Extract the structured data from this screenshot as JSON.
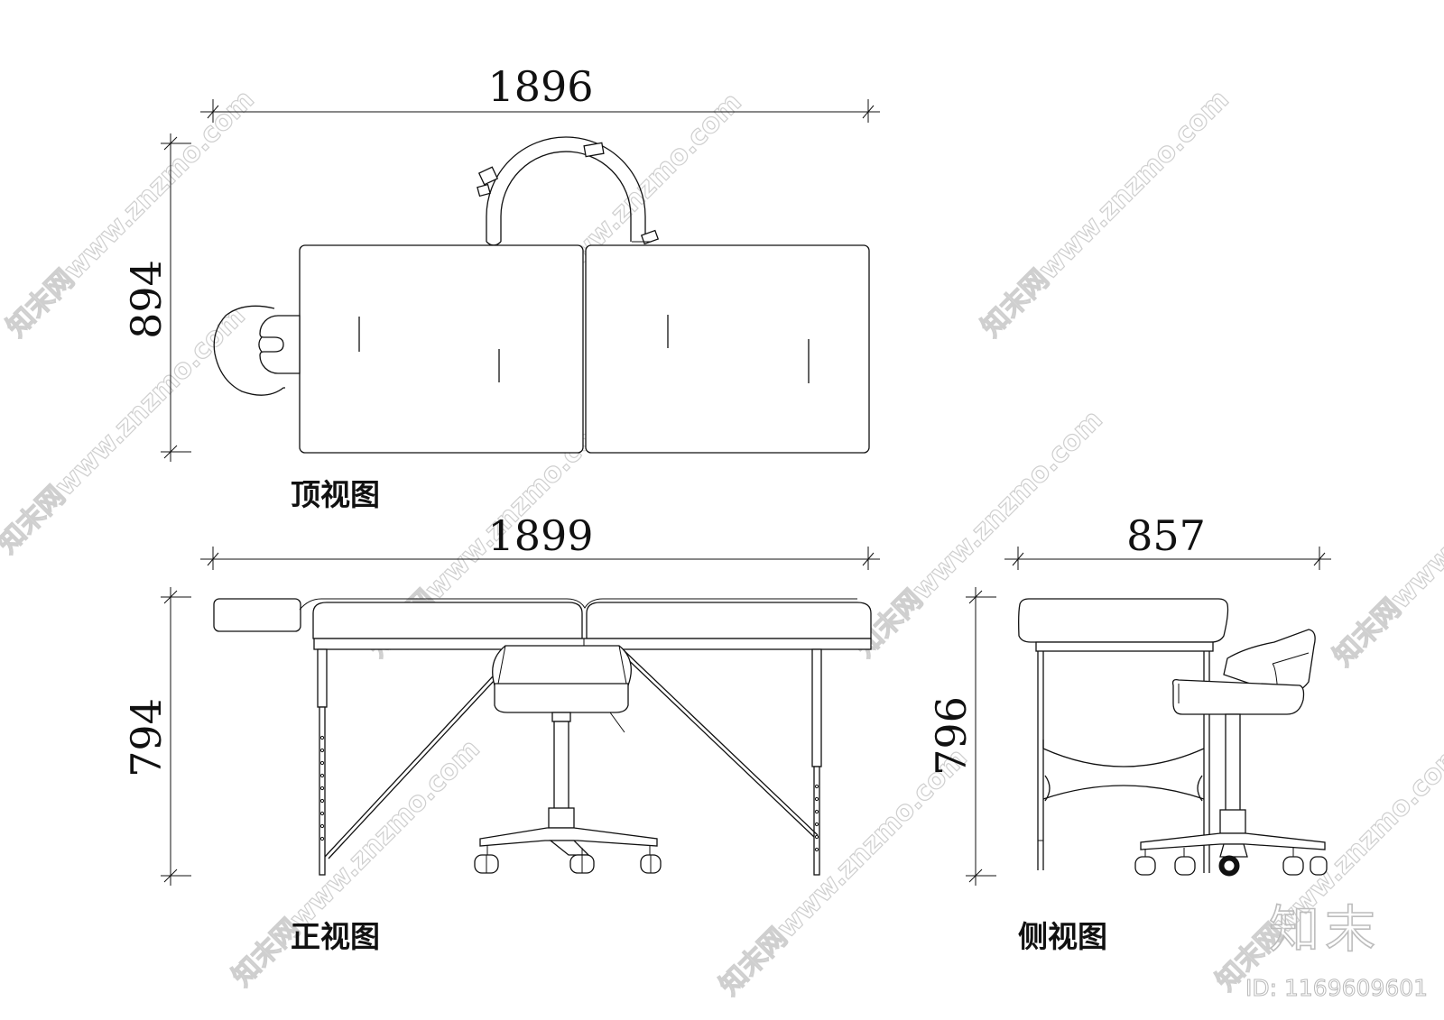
{
  "dimensions": {
    "top_width": "1896",
    "top_height": "894",
    "front_width": "1899",
    "front_height": "794",
    "side_width": "857",
    "side_height": "796"
  },
  "labels": {
    "top_view": "顶视图",
    "front_view": "正视图",
    "side_view": "侧视图"
  },
  "watermark": {
    "text": "知末网www.znzmo.com",
    "brand": "知末",
    "id": "ID: 1169609601"
  }
}
